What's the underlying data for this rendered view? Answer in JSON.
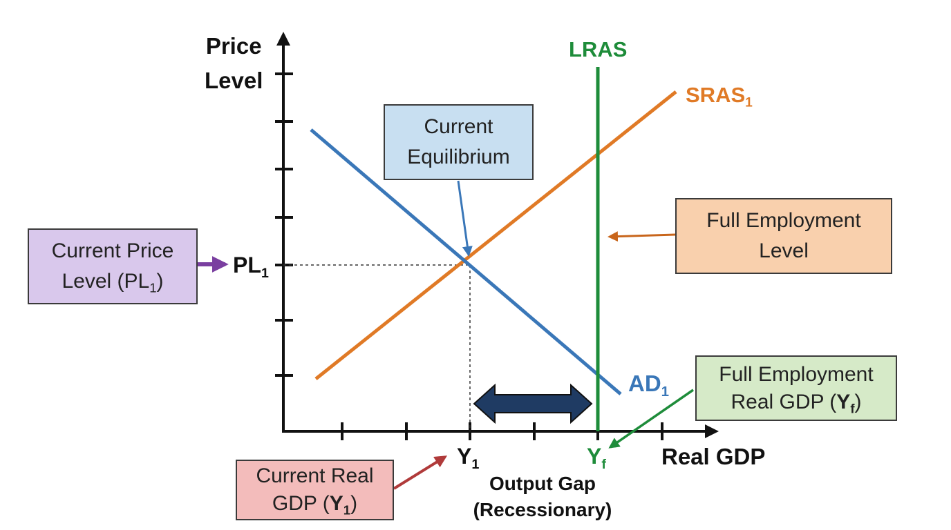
{
  "axes": {
    "y_label_line1": "Price",
    "y_label_line2": "Level",
    "x_label": "Real GDP"
  },
  "curves": {
    "lras": {
      "label": "LRAS",
      "color": "#1e8c3a"
    },
    "sras": {
      "label": "SRAS",
      "sub": "1",
      "color": "#e07a26"
    },
    "ad": {
      "label": "AD",
      "sub": "1",
      "color": "#3a77b8"
    }
  },
  "points": {
    "pl": {
      "label": "PL",
      "sub": "1"
    },
    "y1": {
      "label": "Y",
      "sub": "1"
    },
    "yf": {
      "label": "Y",
      "sub": "f"
    }
  },
  "gap": {
    "line1": "Output Gap",
    "line2": "(Recessionary)",
    "arrow_color": "#1f3b63"
  },
  "callouts": {
    "equilibrium": {
      "line1": "Current",
      "line2": "Equilibrium",
      "fill": "#c8dff1",
      "arrow_color": "#3a77b8"
    },
    "price_level": {
      "line1": "Current Price",
      "line2_pre": "Level (PL",
      "sub": "1",
      "line2_post": ")",
      "fill": "#d9c8ec",
      "arrow_color": "#7a3fa0"
    },
    "full_employment": {
      "line1": "Full Employment",
      "line2": "Level",
      "fill": "#f9d0ad",
      "arrow_color": "#c8651b"
    },
    "full_employment_gdp": {
      "line1": "Full Employment",
      "line2_pre": "Real GDP (",
      "bold": "Y",
      "sub": "f",
      "line2_post": ")",
      "fill": "#d6eac8",
      "arrow_color": "#1e8c3a"
    },
    "current_gdp": {
      "line1": "Current Real",
      "line2_pre": "GDP (",
      "bold": "Y",
      "sub": "1",
      "line2_post": ")",
      "fill": "#f3bcbb",
      "arrow_color": "#b03a3a"
    }
  }
}
